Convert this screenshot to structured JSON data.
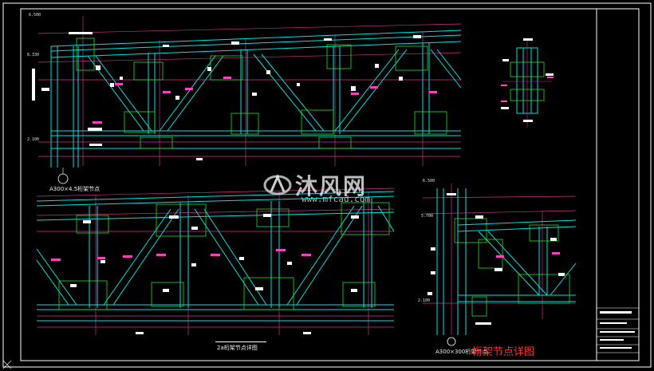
{
  "drawing": {
    "caption": "桁架节点详图",
    "view_labels": {
      "top_left": "A300×4.5桁架节点",
      "bottom_left": "2a桁架节点详图",
      "bottom_right": "A300×300桁架节点"
    },
    "elevations": {
      "top_a": "6.500",
      "top_b": "8.330",
      "top_c": "2.100",
      "right_a": "6.500",
      "right_b": "5.700",
      "right_c": "2.100"
    }
  },
  "watermark": {
    "text": "沐风网",
    "url": "www.mfcad.com"
  },
  "colors": {
    "background": "#000000",
    "member": "#00e0e0",
    "guide": "#d0308a",
    "weld": "#20e020",
    "annotation": "#ffffff",
    "frame": "#ffffff",
    "caption": "#ff3030",
    "member_tag": "#ff40c0"
  }
}
